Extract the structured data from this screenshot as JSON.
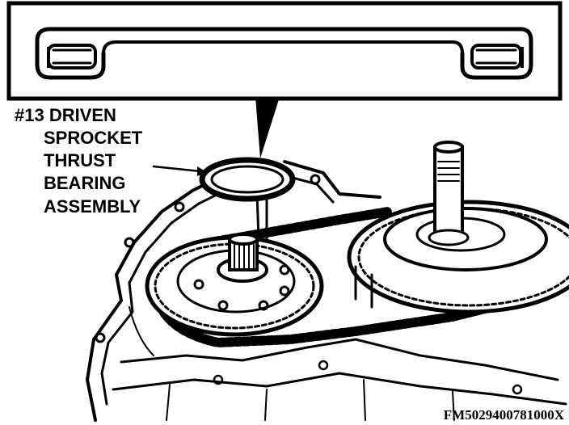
{
  "callout": {
    "lines": [
      "#13 DRIVEN",
      "SPROCKET",
      "THRUST",
      "BEARING",
      "ASSEMBLY"
    ]
  },
  "figure_code": "FM5029400781000X"
}
